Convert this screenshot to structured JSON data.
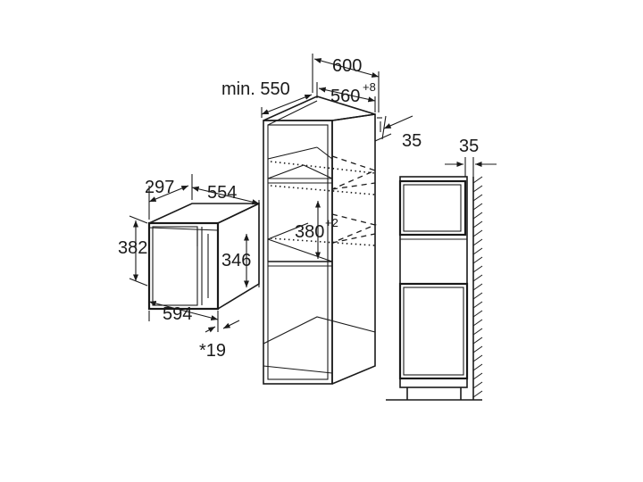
{
  "appliance": {
    "depth": "297",
    "width": "554",
    "height": "382",
    "inner_height": "346",
    "front_width": "594",
    "overlap": "*19"
  },
  "cabinet": {
    "depth_min": "min. 550",
    "width": "600",
    "niche_width": "560",
    "niche_width_tol": "+8",
    "back_gap": "35",
    "niche_height": "380",
    "niche_height_tol": "+2"
  },
  "side_view": {
    "wall_gap": "35"
  }
}
